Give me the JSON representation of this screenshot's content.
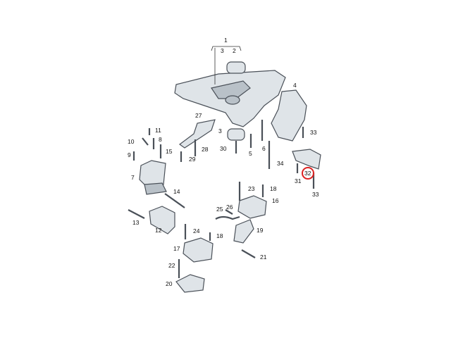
{
  "diagram": {
    "title": "Engine / gearbox mounting and subframe parts diagram",
    "highlight_color": "#dd2222",
    "highlighted_label": "32",
    "labels": [
      "1",
      "3",
      "2",
      "4",
      "27",
      "11",
      "8",
      "10",
      "15",
      "9",
      "3",
      "30",
      "28",
      "29",
      "5",
      "6",
      "33",
      "34",
      "7",
      "32",
      "31",
      "33",
      "14",
      "23",
      "18",
      "16",
      "13",
      "25",
      "26",
      "12",
      "24",
      "18",
      "19",
      "17",
      "21",
      "22",
      "20"
    ]
  }
}
